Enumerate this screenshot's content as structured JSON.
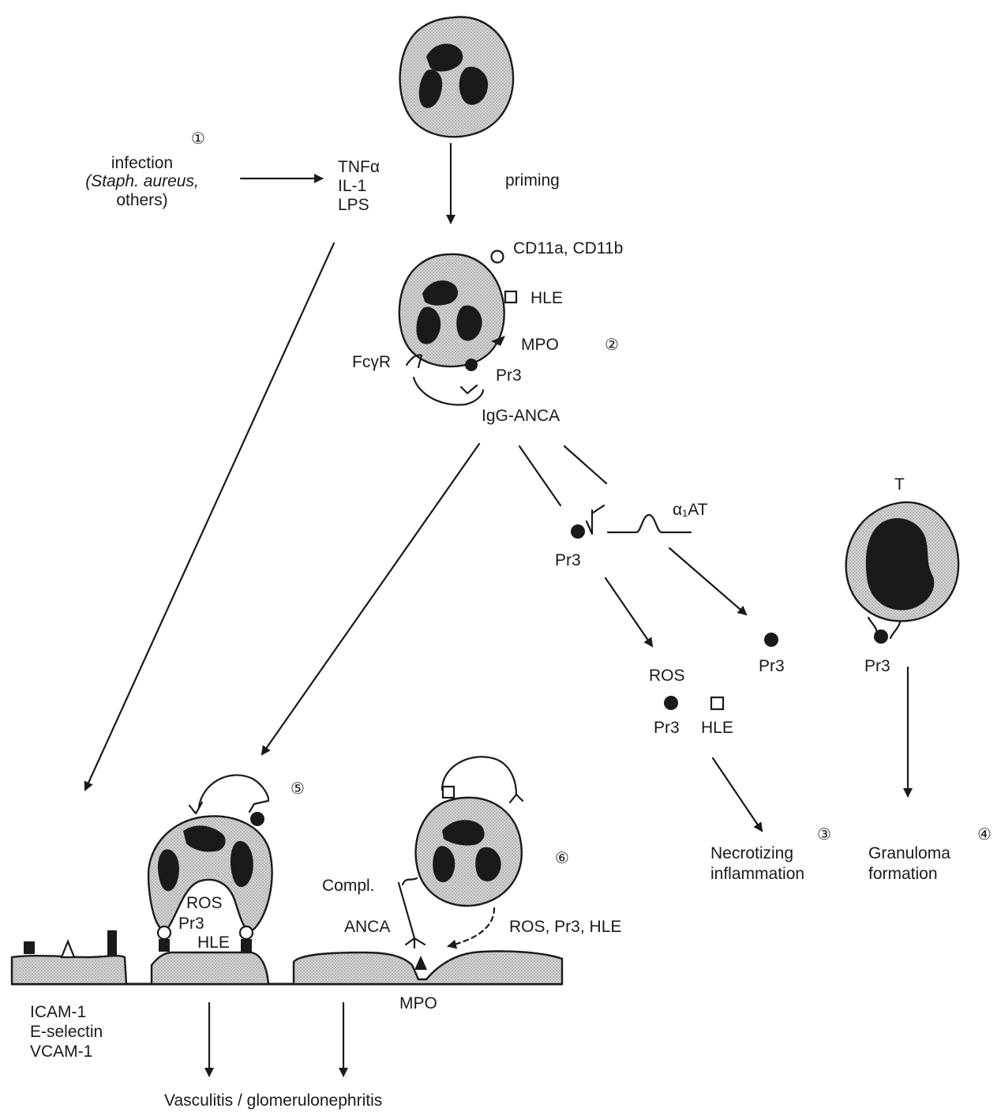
{
  "labels": {
    "step1_num": "①",
    "infection": "infection",
    "staph": "(Staph. aureus,",
    "others": "others)",
    "tnf": "TNFα",
    "il1": "IL-1",
    "lps": "LPS",
    "priming": "priming",
    "cd11": "CD11a, CD11b",
    "hle_top": "HLE",
    "mpo_top": "MPO",
    "step2_num": "②",
    "fcgr": "FcγR",
    "pr3_top": "Pr3",
    "igg_anca": "IgG-ANCA",
    "a1at": "α₁AT",
    "pr3_mid": "Pr3",
    "t_cell": "T",
    "ros_mid": "ROS",
    "pr3_free": "Pr3",
    "pr3_t": "Pr3",
    "pr3_low": "Pr3",
    "hle_low": "HLE",
    "step3_num": "③",
    "necrotizing_1": "Necrotizing",
    "necrotizing_2": "inflammation",
    "step4_num": "④",
    "granuloma_1": "Granuloma",
    "granuloma_2": "formation",
    "step5_num": "⑤",
    "ros_5": "ROS",
    "pr3_5": "Pr3",
    "hle_5": "HLE",
    "step6_num": "⑥",
    "compl": "Compl.",
    "anca": "ANCA",
    "ros_pr3_hle": "ROS, Pr3, HLE",
    "mpo_bottom": "MPO",
    "icam": "ICAM-1",
    "eselectin": "E-selectin",
    "vcam": "VCAM-1",
    "vasculitis": "Vasculitis / glomerulonephritis"
  }
}
